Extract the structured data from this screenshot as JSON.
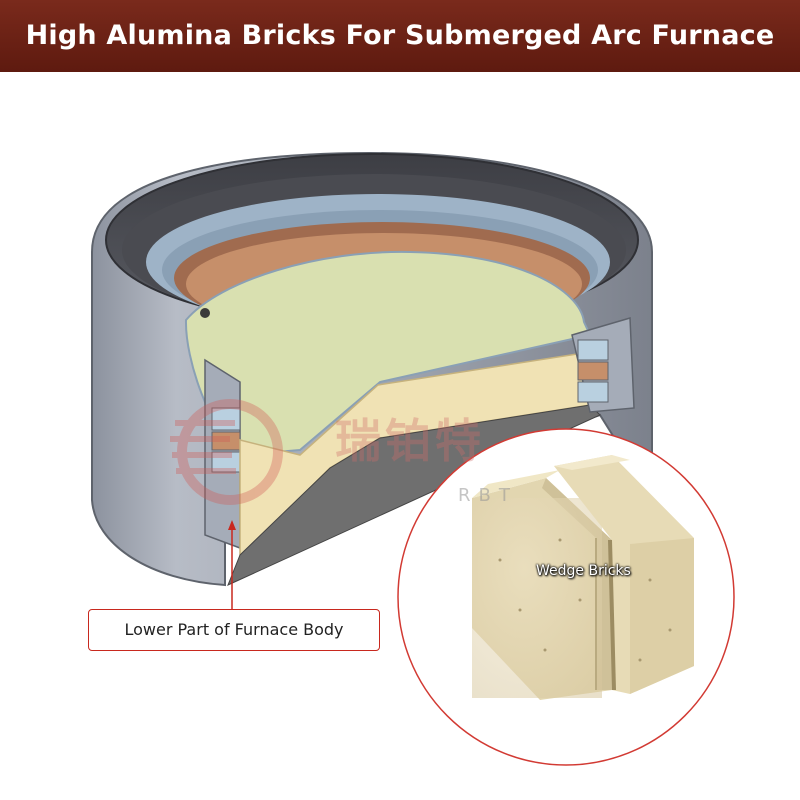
{
  "header": {
    "title": "High Alumina Bricks For Submerged Arc Furnace"
  },
  "callout": {
    "label": "Lower Part of Furnace Body"
  },
  "brick_label": "Wedge Bricks",
  "watermark": {
    "logo_text": "瑞铂特",
    "sub_text": "RBT"
  },
  "colors": {
    "header": "#6a2214",
    "accent_red": "#c8281e"
  }
}
